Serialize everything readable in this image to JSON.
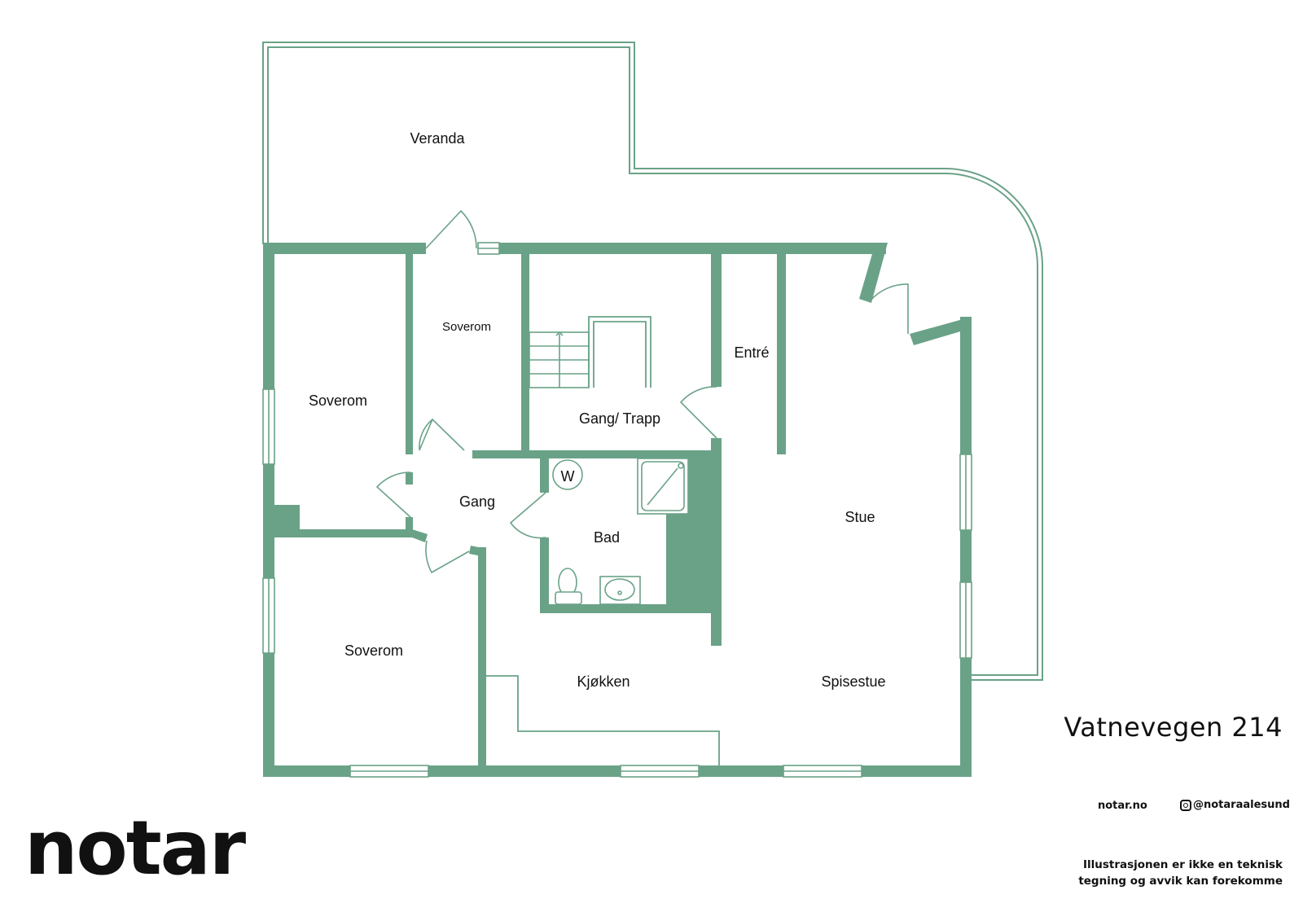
{
  "floorplan": {
    "address": "Vatnevegen 214",
    "accent_color": "#6aa287",
    "rooms": {
      "veranda": "Veranda",
      "soverom_left_top": "Soverom",
      "soverom_small": "Soverom",
      "gang_trapp": "Gang/ Trapp",
      "entre": "Entré",
      "gang": "Gang",
      "bad": "Bad",
      "stue": "Stue",
      "soverom_bottom": "Soverom",
      "kjokken": "Kjøkken",
      "spisestue": "Spisestue"
    },
    "fixtures": {
      "washer_label": "W"
    }
  },
  "footer": {
    "logo": "notar",
    "website": "notar.no",
    "instagram_handle": "@notaraalesund",
    "disclaimer_line1": "Illustrasjonen er ikke en teknisk",
    "disclaimer_line2": "tegning og avvik kan forekomme"
  }
}
